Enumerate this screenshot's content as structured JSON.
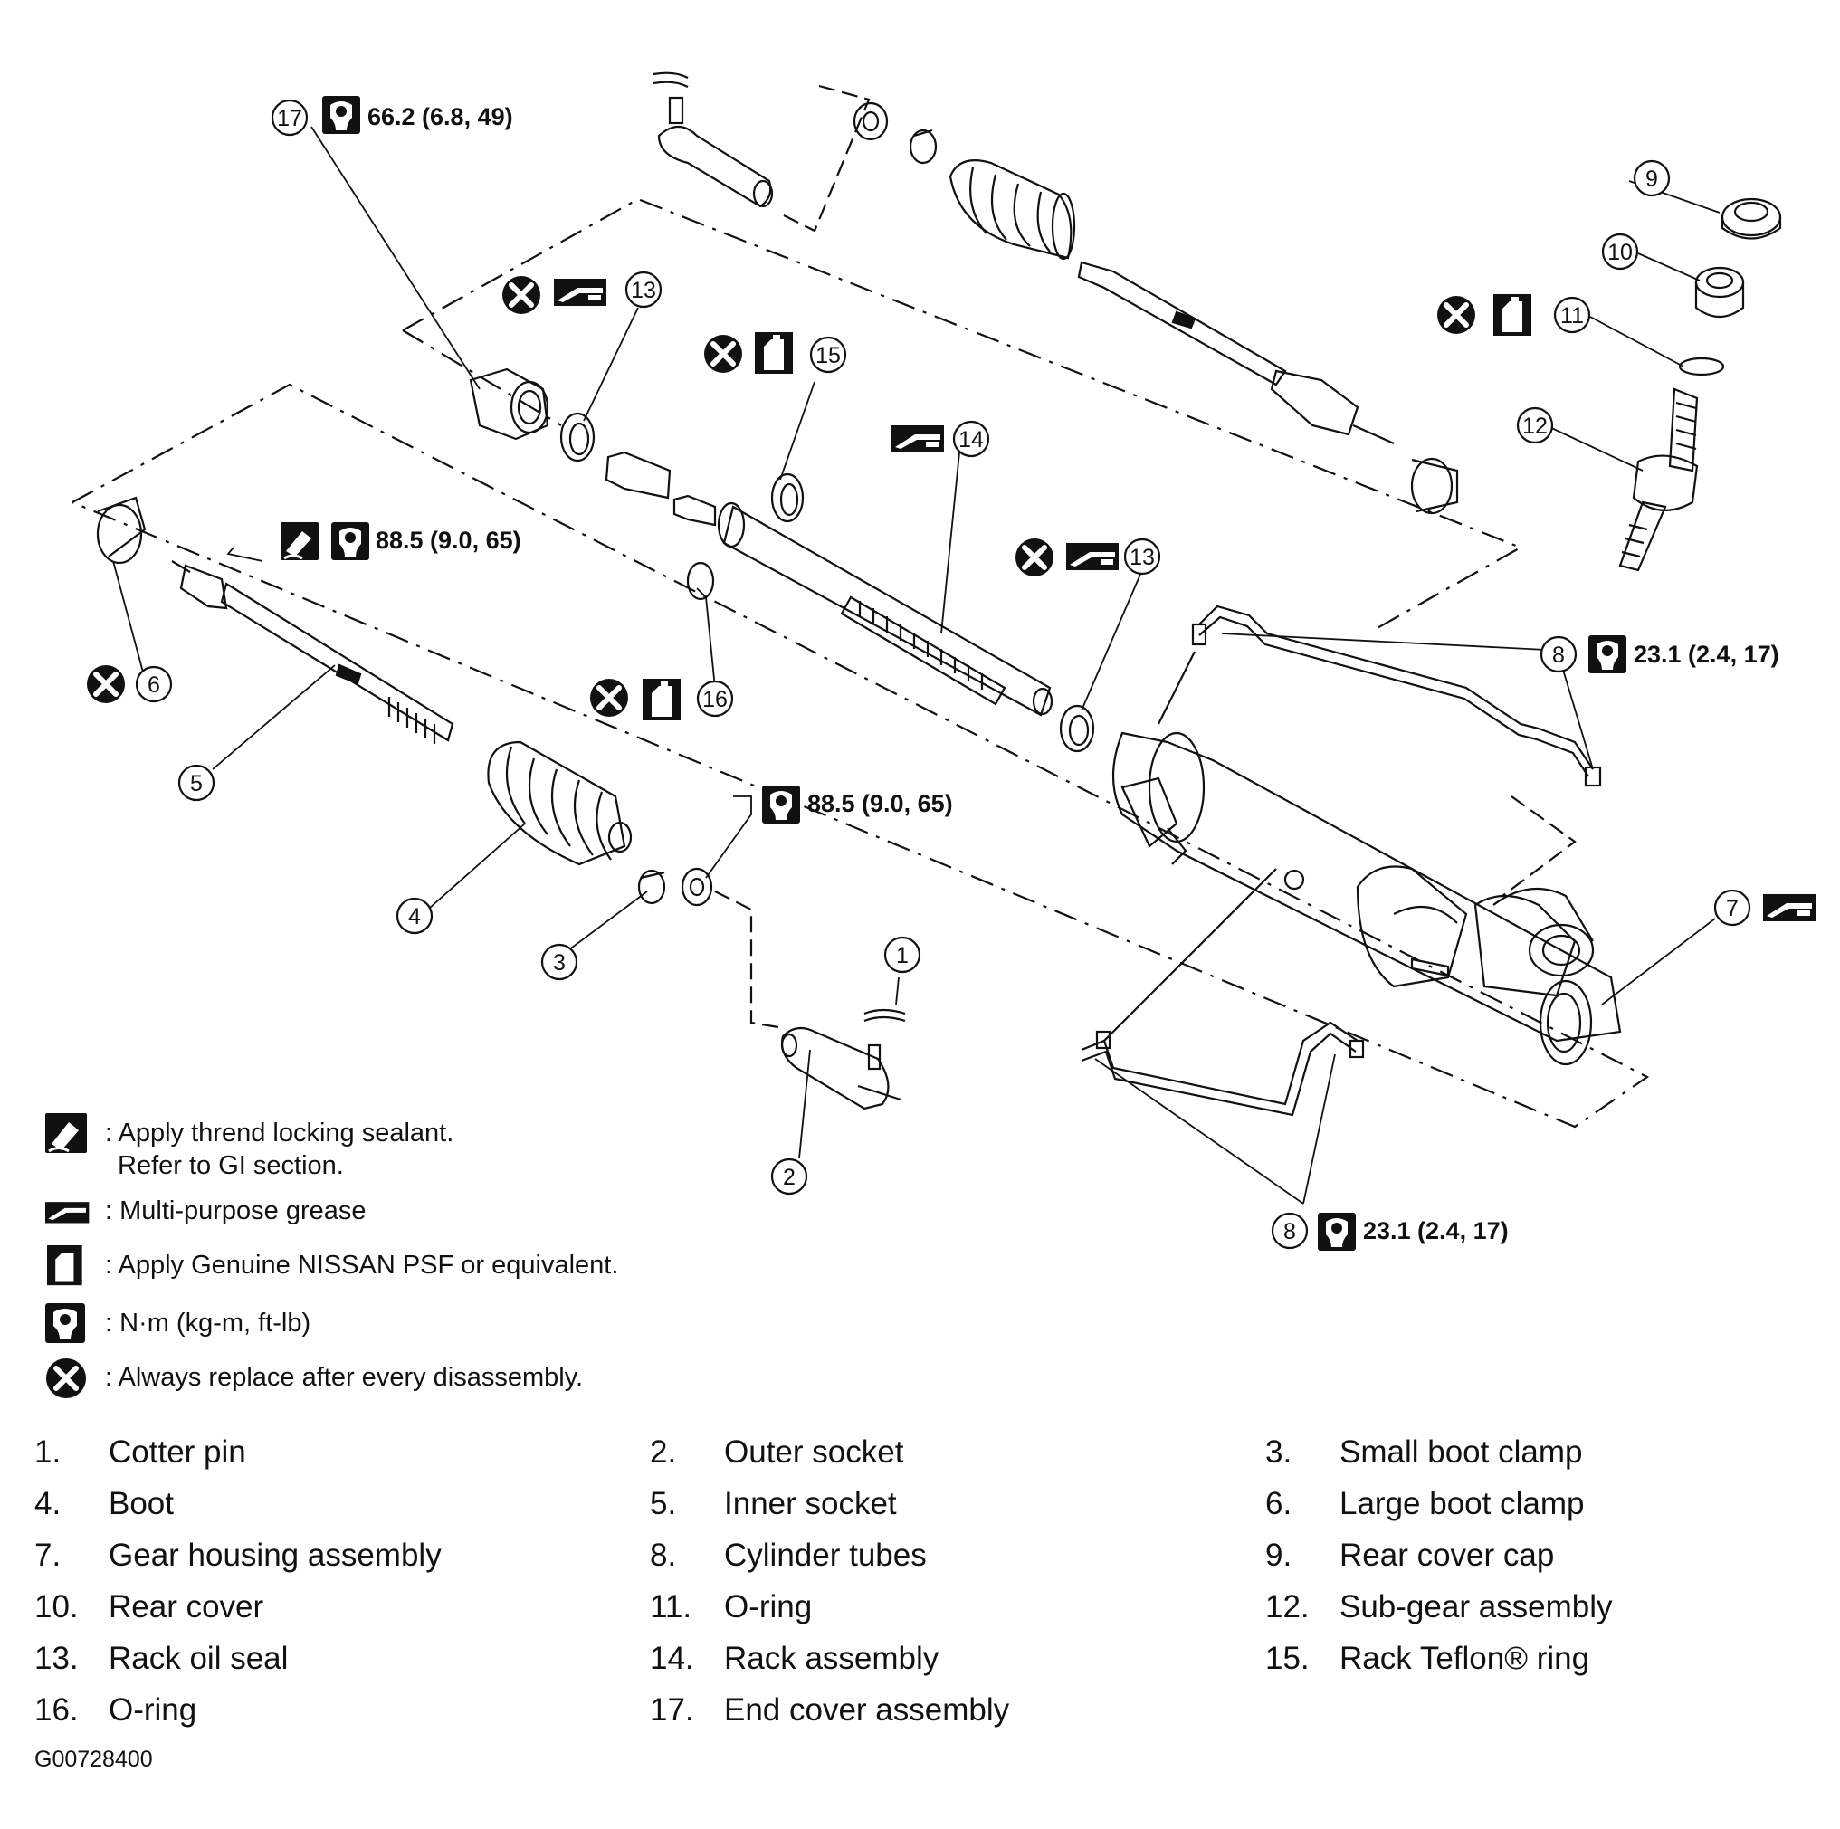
{
  "callouts": {
    "c1": "1",
    "c2": "2",
    "c3": "3",
    "c4": "4",
    "c5": "5",
    "c6": "6",
    "c7": "7",
    "c8a": "8",
    "c8b": "8",
    "c9": "9",
    "c10": "10",
    "c11": "11",
    "c12": "12",
    "c13a": "13",
    "c13b": "13",
    "c14": "14",
    "c15": "15",
    "c16": "16",
    "c17": "17"
  },
  "torques": {
    "end_cover": "66.2 (6.8, 49)",
    "inner_socket": "88.5 (9.0, 65)",
    "outer_nut": "88.5 (9.0, 65)",
    "tube_upper": "23.1 (2.4, 17)",
    "tube_lower": "23.1 (2.4, 17)"
  },
  "legend": [
    {
      "icon": "thread-locking-sealant-icon",
      "text": ": Apply thrend locking sealant.",
      "text2": "Refer to GI section."
    },
    {
      "icon": "multi-purpose-grease-icon",
      "text": ": Multi-purpose grease"
    },
    {
      "icon": "psf-fluid-icon",
      "text": ": Apply Genuine NISSAN PSF or equivalent."
    },
    {
      "icon": "torque-wrench-icon",
      "text": ": N·m (kg-m, ft-lb)"
    },
    {
      "icon": "always-replace-icon",
      "text": ": Always replace after every disassembly."
    }
  ],
  "parts": [
    {
      "num": "1.",
      "name": "Cotter pin"
    },
    {
      "num": "2.",
      "name": "Outer socket"
    },
    {
      "num": "3.",
      "name": "Small boot clamp"
    },
    {
      "num": "4.",
      "name": "Boot"
    },
    {
      "num": "5.",
      "name": "Inner socket"
    },
    {
      "num": "6.",
      "name": "Large boot clamp"
    },
    {
      "num": "7.",
      "name": "Gear housing assembly"
    },
    {
      "num": "8.",
      "name": "Cylinder tubes"
    },
    {
      "num": "9.",
      "name": "Rear cover cap"
    },
    {
      "num": "10.",
      "name": "Rear cover"
    },
    {
      "num": "11.",
      "name": "O-ring"
    },
    {
      "num": "12.",
      "name": "Sub-gear assembly"
    },
    {
      "num": "13.",
      "name": "Rack oil seal"
    },
    {
      "num": "14.",
      "name": "Rack assembly"
    },
    {
      "num": "15.",
      "name": "Rack Teflon® ring"
    },
    {
      "num": "16.",
      "name": "O-ring"
    },
    {
      "num": "17.",
      "name": "End cover assembly"
    }
  ],
  "figure_code": "G00728400",
  "colors": {
    "ink": "#111111",
    "paper": "#ffffff"
  }
}
